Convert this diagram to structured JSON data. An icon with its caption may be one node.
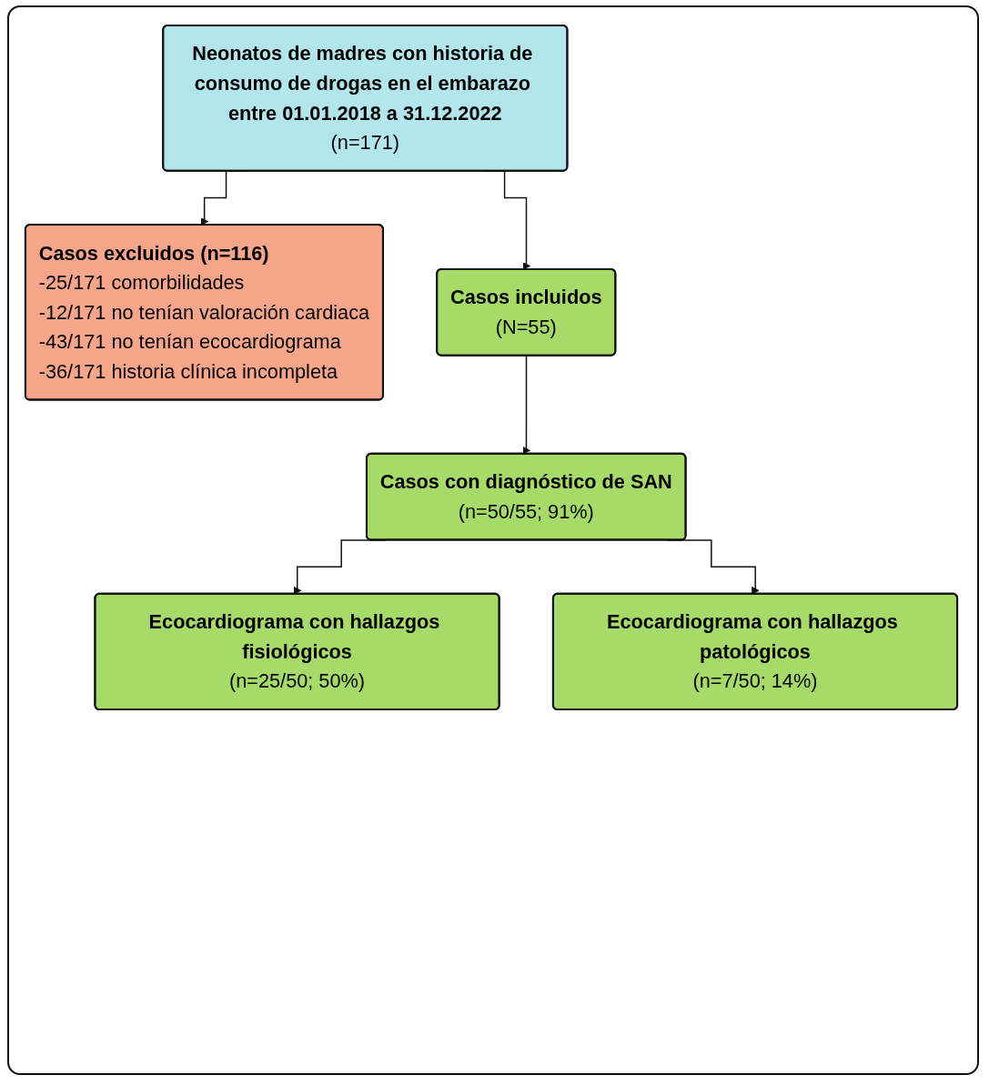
{
  "diagram": {
    "nodes": [
      {
        "text": [
          "Neonatos de madres con historia de consumo de drogas en el embarazo entre 01.01.2018 a 31.12.2022",
          "(n=171)"
        ]
      },
      {
        "text": [
          "Casos excluidos (n=116)",
          "-25/171 comorbilidades",
          "-12/171 no tenían valoración cardiaca",
          "-43/171 no tenían ecocardiograma",
          "-36/171 historia clínica incompleta"
        ]
      },
      {
        "text": [
          "Casos incluidos",
          "(N=55)"
        ]
      },
      {
        "text": [
          "Casos con diagnóstico de SAN",
          "(n=50/55; 91%)"
        ]
      },
      {
        "text": [
          "Ecocardiograma con hallazgos fisiológicos",
          "(n=25/50; 50%)"
        ]
      },
      {
        "text": [
          "Ecocardiograma con hallazgos patológicos",
          "(n=7/50; 14%)"
        ]
      }
    ],
    "edges": [
      {
        "from": 0,
        "to": 1,
        "arrow": "to"
      },
      {
        "from": 0,
        "to": 2,
        "arrow": "to"
      },
      {
        "from": 2,
        "to": 3,
        "arrow": "to"
      },
      {
        "from": 3,
        "to": 4,
        "arrow": "to"
      },
      {
        "from": 3,
        "to": 5,
        "arrow": "to"
      }
    ]
  }
}
